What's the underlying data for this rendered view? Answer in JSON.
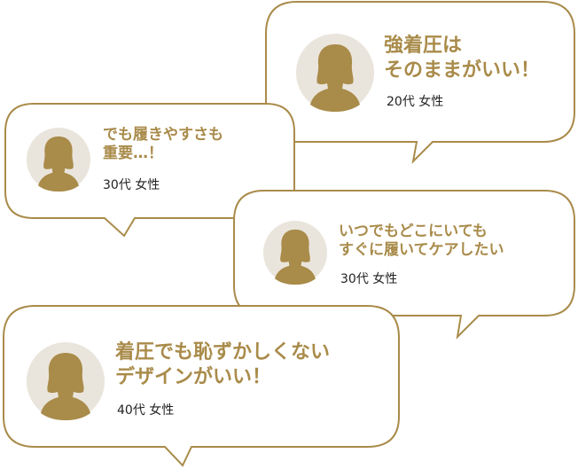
{
  "colors": {
    "accent": "#a98b4a",
    "bubble_border": "#a98b4a",
    "avatar_bg": "#eae5dc",
    "avatar_fill": "#a98b4a",
    "meta_text": "#222222"
  },
  "testimonials": [
    {
      "quote_line1": "強着圧は",
      "quote_line2": "そのままがいい！",
      "meta": "20代 女性",
      "icon": "woman-silhouette-icon"
    },
    {
      "quote_line1": "でも履きやすさも",
      "quote_line2": "重要…！",
      "meta": "30代 女性",
      "icon": "woman-silhouette-icon"
    },
    {
      "quote_line1": "いつでもどこにいても",
      "quote_line2": "すぐに履いてケアしたい",
      "meta": "30代 女性",
      "icon": "woman-silhouette-icon"
    },
    {
      "quote_line1": "着圧でも恥ずかしくない",
      "quote_line2": "デザインがいい！",
      "meta": "40代 女性",
      "icon": "woman-silhouette-icon"
    }
  ]
}
